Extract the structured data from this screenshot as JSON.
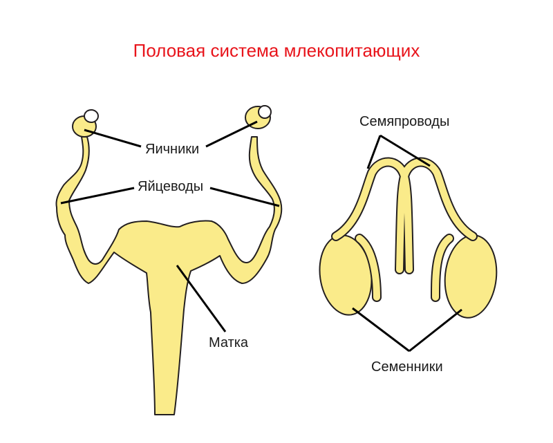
{
  "title": "Половая система млекопитающих",
  "colors": {
    "title": "#e8141b",
    "organ_fill": "#faeb8a",
    "outline": "#231f20"
  },
  "female": {
    "ovaries": "Яичники",
    "oviducts": "Яйцеводы",
    "uterus": "Матка"
  },
  "male": {
    "vas_deferens": "Семяпроводы",
    "testes": "Семенники"
  }
}
